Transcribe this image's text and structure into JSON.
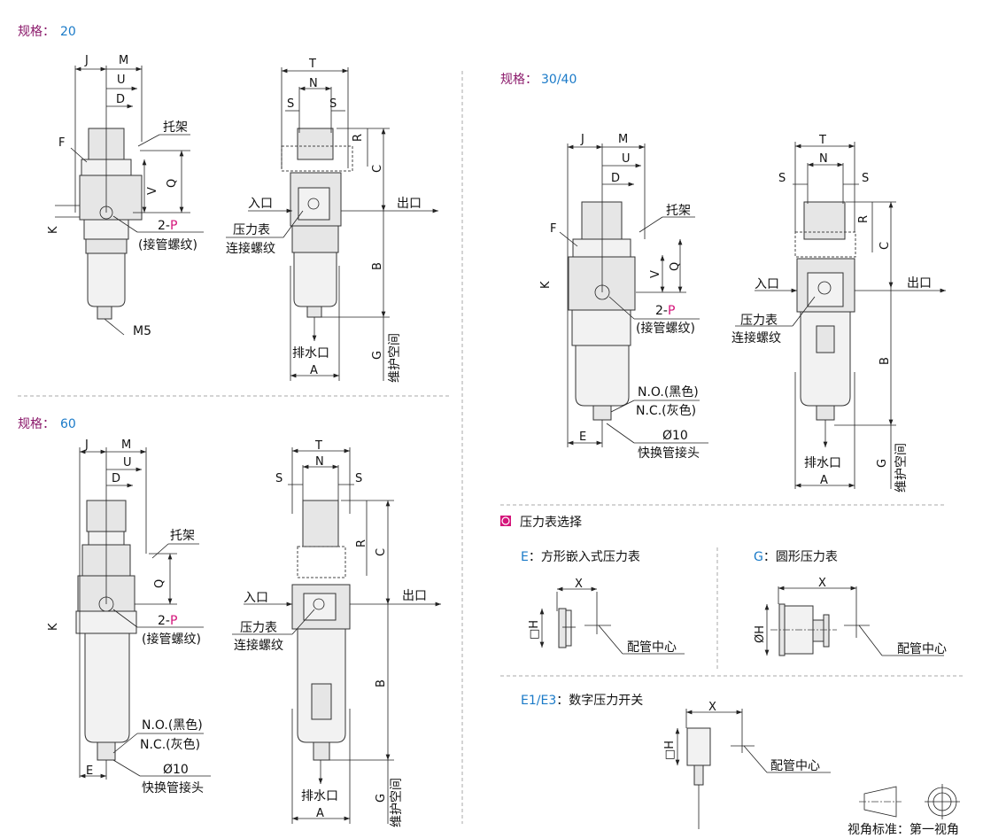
{
  "spec_label": "规格：",
  "specs": [
    "20",
    "30/40",
    "60"
  ],
  "colors": {
    "spec_label": "#8b1a6b",
    "spec_value": "#1a7ac8",
    "accent": "#d4147a"
  },
  "dims": {
    "J": "J",
    "M": "M",
    "U": "U",
    "D": "D",
    "F": "F",
    "V": "V",
    "Q": "Q",
    "K": "K",
    "T": "T",
    "N": "N",
    "S": "S",
    "R": "R",
    "C": "C",
    "B": "B",
    "A": "A",
    "G": "G",
    "E": "E",
    "X": "X",
    "sqH": "□H",
    "dH": "ØH"
  },
  "labels": {
    "bracket": "托架",
    "port_prefix": "2-",
    "port_p": "P",
    "port_thread": "(接管螺纹)",
    "m5": "M5",
    "inlet": "入口",
    "outlet": "出口",
    "gauge": "压力表",
    "gauge_thread": "连接螺纹",
    "drain": "排水口",
    "maintenance": "维护空间",
    "no": "N.O.(黑色)",
    "nc": "N.C.(灰色)",
    "phi10": "Ø10",
    "quick": "快换管接头"
  },
  "gauge_section": {
    "title": "压力表选择",
    "e_code": "E",
    "e_name": "：方形嵌入式压力表",
    "g_code": "G",
    "g_name": "：圆形压力表",
    "e1e3_code": "E1/E3",
    "e1e3_name": "：数字压力开关",
    "pipe_center": "配管中心"
  },
  "view_standard": "视角标准：第一视角"
}
